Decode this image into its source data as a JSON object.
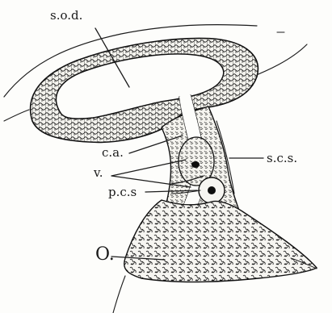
{
  "figure": {
    "labels": {
      "sod": "s.o.d.",
      "ca": "c.a.",
      "v": "v.",
      "pcs": "p.c.s",
      "scs": "s.c.s.",
      "o": "O."
    }
  }
}
